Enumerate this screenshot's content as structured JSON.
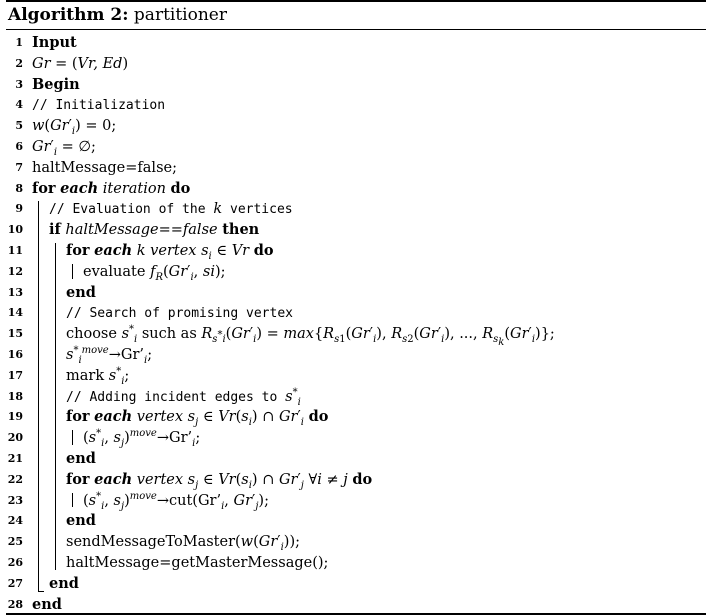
{
  "title": {
    "label": "Algorithm 2:",
    "name": "partitioner"
  },
  "lines": [
    {
      "n": "1",
      "indent": 0,
      "html": "<span class='kw'>Input</span>"
    },
    {
      "n": "2",
      "indent": 0,
      "html": "<span class='it'>Gr</span> = (<span class='it'>Vr, Ed</span>)"
    },
    {
      "n": "3",
      "indent": 0,
      "html": "<span class='kw'>Begin</span>"
    },
    {
      "n": "4",
      "indent": 0,
      "html": "<span class='cm'>// Initialization</span>"
    },
    {
      "n": "5",
      "indent": 0,
      "html": "<span class='it'>w</span>(<span class='it'>Gr</span>&prime;<sub><span class='it'>i</span></sub>) = 0;"
    },
    {
      "n": "6",
      "indent": 0,
      "html": "<span class='it'>Gr</span>&prime;<sub><span class='it'>i</span></sub> = &empty;;"
    },
    {
      "n": "7",
      "indent": 0,
      "html": "haltMessage=false;"
    },
    {
      "n": "8",
      "indent": 0,
      "html": "<span class='kw'>for</span> <span class='kw it'>each</span> <span class='it'>iteration</span> <span class='kw'>do</span>"
    },
    {
      "n": "9",
      "indent": 1,
      "html": "<span class='cm'>// Evaluation of the </span><span class='it'>k</span><span class='cm'> vertices</span>"
    },
    {
      "n": "10",
      "indent": 1,
      "html": "<span class='kw'>if</span> <span class='it'>haltMessage==false</span> <span class='kw'>then</span>"
    },
    {
      "n": "11",
      "indent": 2,
      "html": "<span class='kw'>for</span> <span class='kw it'>each</span> <span class='it'>k vertex s<sub>i</sub></span> &isin; <span class='it'>Vr</span> <span class='kw'>do</span>"
    },
    {
      "n": "12",
      "indent": 3,
      "html": "evaluate <span class='it'>f<sub>R</sub></span>(<span class='it'>Gr</span>&prime;<sub><span class='it'>i</span></sub>, <span class='it'>si</span>);"
    },
    {
      "n": "13",
      "indent": 2,
      "html": "<span class='kw'>end</span>"
    },
    {
      "n": "14",
      "indent": 2,
      "html": "<span class='cm'>// Search of promising vertex</span>"
    },
    {
      "n": "15",
      "indent": 2,
      "html": "choose <span class='it'>s</span><sup>*</sup><sub><span class='it'>i</span></sub> such as <span class='it'>R</span><sub><span class='it'>s</span><sup>*</sup><span class='it'>i</span></sub>(<span class='it'>Gr</span>&prime;<sub><span class='it'>i</span></sub>) = <span class='it'>max</span>{<span class='it'>R</span><sub><span class='it'>s</span>1</sub>(<span class='it'>Gr</span>&prime;<sub><span class='it'>i</span></sub>), <span class='it'>R</span><sub><span class='it'>s</span>2</sub>(<span class='it'>Gr</span>&prime;<sub><span class='it'>i</span></sub>), ..., <span class='it'>R</span><sub><span class='it'>s<sub>k</sub></span></sub>(<span class='it'>Gr</span>&prime;<sub><span class='it'>i</span></sub>)};"
    },
    {
      "n": "16",
      "indent": 2,
      "html": "<span class='it'>s</span><sup>*</sup><sub><span class='it'>i</span></sub><sup><span class='it'>move</span></sup>&rarr;Gr&rsquo;<sub><span class='it'>i</span></sub>;"
    },
    {
      "n": "17",
      "indent": 2,
      "html": "mark <span class='it'>s</span><sup>*</sup><sub><span class='it'>i</span></sub>;"
    },
    {
      "n": "18",
      "indent": 2,
      "html": "<span class='cm'>// Adding incident edges to </span><span class='it'>s</span><sup>*</sup><sub><span class='it'>i</span></sub>"
    },
    {
      "n": "19",
      "indent": 2,
      "html": "<span class='kw'>for</span> <span class='kw it'>each</span> <span class='it'>vertex s<sub>j</sub></span> &isin; <span class='it'>Vr</span>(<span class='it'>s<sub>i</sub></span>) &cap; <span class='it'>Gr</span>&prime;<sub><span class='it'>i</span></sub> <span class='kw'>do</span>"
    },
    {
      "n": "20",
      "indent": 3,
      "html": "(<span class='it'>s</span><sup>*</sup><sub><span class='it'>i</span></sub>, <span class='it'>s<sub>j</sub></span>)<sup><span class='it'>move</span></sup>&rarr;Gr&rsquo;<sub><span class='it'>i</span></sub>;"
    },
    {
      "n": "21",
      "indent": 2,
      "html": "<span class='kw'>end</span>"
    },
    {
      "n": "22",
      "indent": 2,
      "html": "<span class='kw'>for</span> <span class='kw it'>each</span> <span class='it'>vertex s<sub>j</sub></span> &isin; <span class='it'>Vr</span>(<span class='it'>s<sub>i</sub></span>) &cap; <span class='it'>Gr</span>&prime;<sub><span class='it'>j</span></sub> &forall;<span class='it'>i</span> &ne; <span class='it'>j</span> <span class='kw'>do</span>"
    },
    {
      "n": "23",
      "indent": 3,
      "html": "(<span class='it'>s</span><sup>*</sup><sub><span class='it'>i</span></sub>, <span class='it'>s<sub>j</sub></span>)<sup><span class='it'>move</span></sup>&rarr;cut(Gr&rsquo;<sub><span class='it'>i</span></sub>, <span class='it'>Gr</span>&prime;<sub><span class='it'>j</span></sub>);"
    },
    {
      "n": "24",
      "indent": 2,
      "html": "<span class='kw'>end</span>"
    },
    {
      "n": "25",
      "indent": 2,
      "html": "sendMessageToMaster(<span class='it'>w</span>(<span class='it'>Gr</span>&prime;<sub><span class='it'>i</span></sub>));"
    },
    {
      "n": "26",
      "indent": 2,
      "html": "haltMessage=getMasterMessage();"
    },
    {
      "n": "27",
      "indent": 1,
      "html": "<span class='kw'>end</span>"
    },
    {
      "n": "28",
      "indent": 0,
      "html": "<span class='kw'>end</span>"
    }
  ]
}
